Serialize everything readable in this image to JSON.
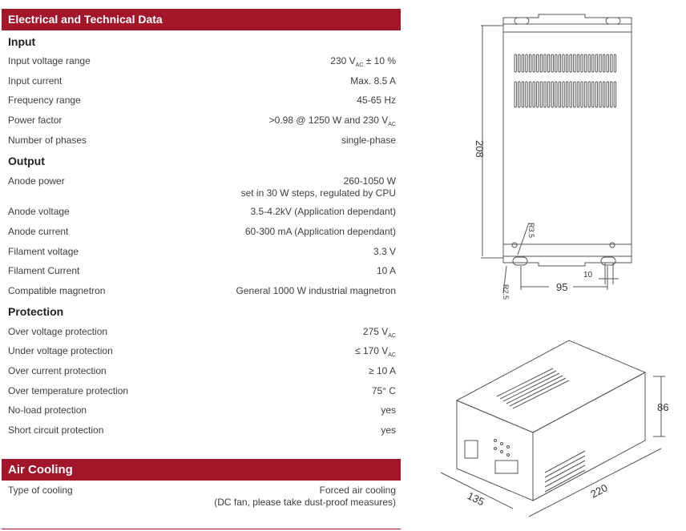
{
  "electrical": {
    "title": "Electrical and Technical Data",
    "input": {
      "heading": "Input",
      "rows": [
        {
          "label": "Input voltage range",
          "value_pre": "230 V",
          "value_sub": "AC",
          "value_post": " ± 10 %"
        },
        {
          "label": "Input current",
          "value": "Max. 8.5 A"
        },
        {
          "label": "Frequency range",
          "value": "45-65 Hz"
        },
        {
          "label": "Power factor",
          "value_pre": ">0.98 @ 1250 W and 230 V",
          "value_sub": "AC",
          "value_post": ""
        },
        {
          "label": "Number of phases",
          "value": "single-phase"
        }
      ]
    },
    "output": {
      "heading": "Output",
      "rows": [
        {
          "label": "Anode power",
          "value": "260-1050 W",
          "value2": "set in 30 W steps, regulated by CPU"
        },
        {
          "label": "Anode voltage",
          "value": "3.5-4.2kV (Application dependant)"
        },
        {
          "label": "Anode current",
          "value": "60-300 mA (Application dependant)"
        },
        {
          "label": "Filament voltage",
          "value": "3.3 V"
        },
        {
          "label": "Filament Current",
          "value": "10 A"
        },
        {
          "label": "Compatible magnetron",
          "value": "General 1000 W industrial magnetron"
        }
      ]
    },
    "protection": {
      "heading": "Protection",
      "rows": [
        {
          "label": "Over voltage protection",
          "value_pre": "275 V",
          "value_sub": "AC",
          "value_post": ""
        },
        {
          "label": "Under voltage protection",
          "value_pre": "≤ 170 V",
          "value_sub": "AC",
          "value_post": ""
        },
        {
          "label": "Over current protection",
          "value": "≥ 10 A"
        },
        {
          "label": "Over temperature protection",
          "value": "75° C"
        },
        {
          "label": "No-load protection",
          "value": "yes"
        },
        {
          "label": "Short circuit protection",
          "value": "yes"
        }
      ]
    }
  },
  "cooling": {
    "title": "Air Cooling",
    "rows": [
      {
        "label": "Type of cooling",
        "value": "Forced air cooling",
        "value2": "(DC fan, please take dust-proof measures)"
      }
    ]
  },
  "drawing_top": {
    "dim_height": "208",
    "dim_width": "95",
    "dim_slot": "10",
    "dim_r35": "R3.5",
    "dim_r25": "R2.5"
  },
  "drawing_iso": {
    "dim_height": "86",
    "dim_depth": "135",
    "dim_length": "220"
  },
  "colors": {
    "accent": "#a3162a"
  }
}
